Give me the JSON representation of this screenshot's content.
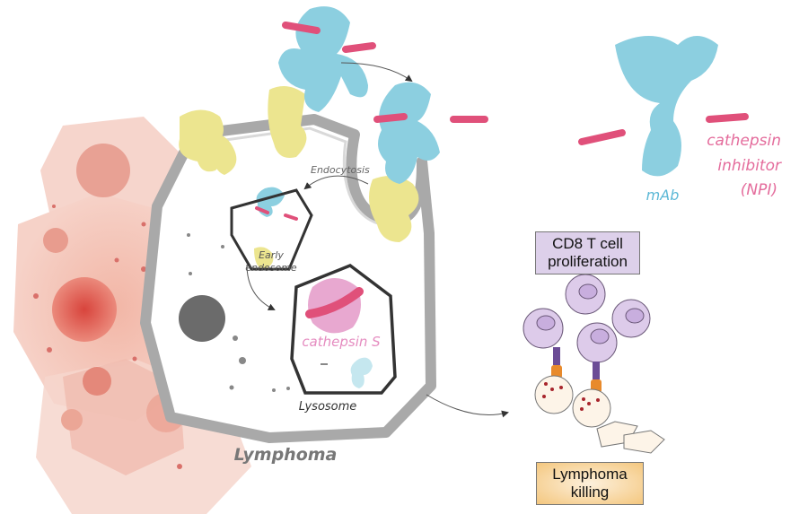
{
  "labels": {
    "endocytosis": "Endocytosis",
    "early_endosome_line1": "Early",
    "early_endosome_line2": "endosome",
    "cathepsin_s": "cathepsin S",
    "lysosome": "Lysosome",
    "lymphoma": "Lymphoma",
    "mab": "mAb",
    "inhibitor_line1": "cathepsin",
    "inhibitor_line2": "inhibitor",
    "inhibitor_line3": "(NPI)"
  },
  "boxes": {
    "cd8": {
      "line1": "CD8 T cell",
      "line2": "proliferation"
    },
    "killing": {
      "line1": "Lymphoma",
      "line2": "killing"
    }
  },
  "colors": {
    "antibody": "#8ccfe0",
    "inhibitor": "#e0507a",
    "receptor": "#ece58f",
    "cathepsin": "#e8a8d0",
    "tumor": "#e8a090",
    "membrane": "#a8a8a8",
    "tcell": "#d6c2e6",
    "cd8_box": "#ddd0ea",
    "killing_box": "#f6cf8a"
  }
}
